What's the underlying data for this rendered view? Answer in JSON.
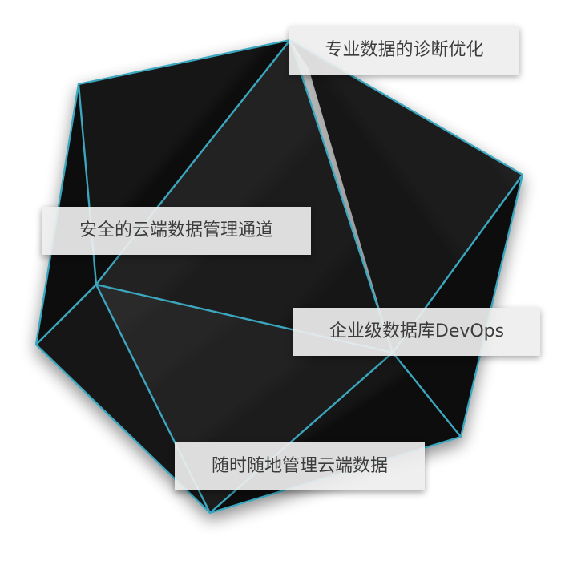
{
  "colors": {
    "edge": "#3aa6bd",
    "face_dark": "#0a0a0a",
    "face_light": "#2a2a2a",
    "label_bg": "#eeeeee",
    "label_text": "#3c3c3c"
  },
  "labels": {
    "diagnosis": "专业数据的诊断优化",
    "secure_channel": "安全的云端数据管理通道",
    "devops": "企业级数据库DevOps",
    "anytime": "随时随地管理云端数据"
  }
}
